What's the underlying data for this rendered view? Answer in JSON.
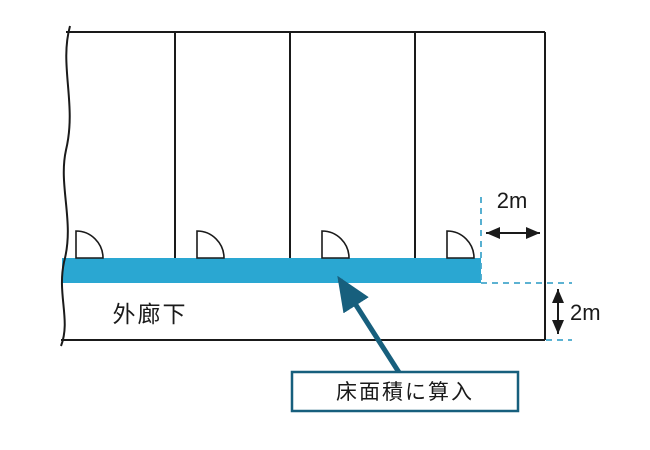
{
  "diagram": {
    "title": "floor-area-inclusion-diagram",
    "labels": {
      "corridor": "外廊下",
      "callout": "床面積に算入",
      "dim_width": "2m",
      "dim_height": "2m"
    },
    "colors": {
      "strip": "#2AA7D2",
      "accent": "#175F7D",
      "dashed": "#45A8CC",
      "line": "#1A1A1A"
    },
    "rooms": 4,
    "doors": 4
  }
}
